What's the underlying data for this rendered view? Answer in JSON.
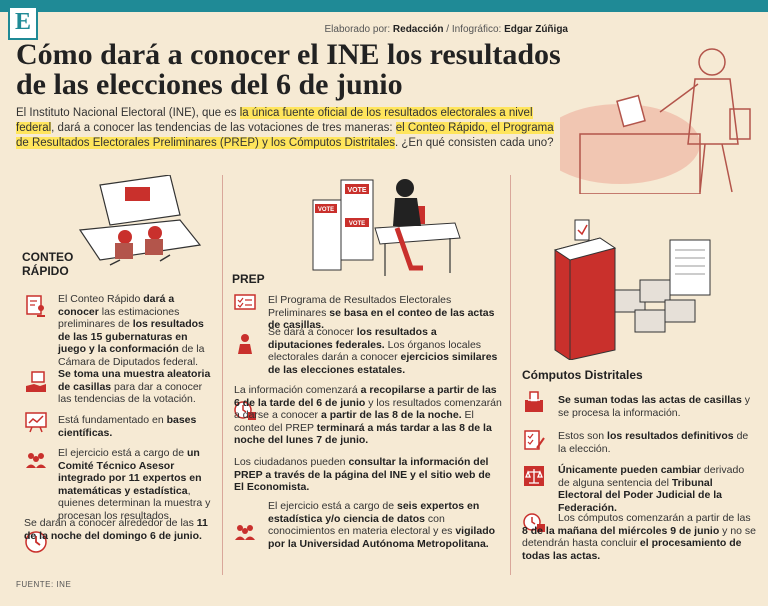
{
  "credits": {
    "prefix1": "Elaborado por: ",
    "author": "Redacción",
    "sep": " / ",
    "prefix2": "Infográfico: ",
    "designer": "Edgar Zúñiga"
  },
  "logo": "E",
  "title": "Cómo dará a conocer el INE los resultados de las elecciones del 6 de junio",
  "intro": {
    "t1": "El Instituto Nacional Electoral (INE), que es ",
    "h1": "la única fuente oficial de los resultados electorales a nivel federal",
    "t2": ", dará a conocer las tendencias de las votaciones de tres maneras: ",
    "h2": "el Conteo Rápido, el Programa de Resultados Electorales Preliminares (PREP) y los Cómputos Distritales",
    "t3": ". ¿En qué consisten cada uno?"
  },
  "conteo": {
    "heading_1": "CONTEO",
    "heading_2": "RÁPIDO",
    "i1": {
      "a": "El Conteo Rápido ",
      "b": "dará a conocer",
      "c": " las estimaciones preliminares de ",
      "d": "los resultados de las 15 gubernaturas en juego y la conformación",
      "e": " de la Cámara de Diputados federal."
    },
    "i2": {
      "a": "Se toma una muestra aleatoria de casillas",
      "b": " para dar a conocer las tendencias de la votación."
    },
    "i3": {
      "a": "Está fundamentado en ",
      "b": "bases científicas."
    },
    "i4": {
      "a": "El ejercicio está a cargo de ",
      "b": "un Comité Técnico Asesor integrado por 11 expertos en matemáticas y estadística",
      "c": ", quienes determinan la muestra y procesan los resultados."
    },
    "i5": {
      "a": "Se darán a conocer alrededor de las ",
      "b": "11 de la noche del domingo 6 de junio."
    }
  },
  "prep": {
    "heading": "PREP",
    "i1": {
      "a": "El Programa de Resultados Electorales Preliminares ",
      "b": "se basa en el conteo de las actas de casillas."
    },
    "i2": {
      "a": "Se dará a conocer ",
      "b": "los resultados a diputaciones federales.",
      "c": " Los órganos locales electorales darán a conocer ",
      "d": "ejercicios similares de las elecciones estatales."
    },
    "i3": {
      "a": "La información comenzará ",
      "b": "a recopilarse a partir de las 6 de la tarde del 6 de junio",
      "c": " y los resultados comenzarán a darse a conocer ",
      "d": "a partir de las 8 de la noche.",
      "e": " El conteo del PREP ",
      "f": "terminará a más tardar a las 8 de la noche del lunes 7 de junio."
    },
    "i4": {
      "a": "Los ciudadanos pueden ",
      "b": "consultar la información del PREP a través de la página del INE y el sitio web de El Economista."
    },
    "i5": {
      "a": "El ejercicio está a cargo de ",
      "b": "seis expertos en estadística y/o ciencia de datos",
      "c": " con conocimientos en materia electoral y es ",
      "d": "vigilado por la Universidad Autónoma Metropolitana."
    }
  },
  "computos": {
    "heading": "Cómputos Distritales",
    "i1": {
      "a": "Se suman todas las actas de casillas",
      "b": " y se procesa la información."
    },
    "i2": {
      "a": "Estos son ",
      "b": "los resultados definitivos",
      "c": " de la elección."
    },
    "i3": {
      "a": "Únicamente pueden cambiar",
      "b": " derivado de alguna sentencia del ",
      "c": "Tribunal Electoral del Poder Judicial de la Federación."
    },
    "i4": {
      "a": "Los cómputos comenzarán a partir de las ",
      "b": "8 de la mañana del miércoles 9 de junio",
      "c": " y no se detendrán hasta concluir ",
      "d": "el procesamiento de todas las actas."
    }
  },
  "illustration": {
    "vote_sign_1": "VOTE",
    "vote_sign_2": "VOTE",
    "vote_sign_3": "VOTE"
  },
  "source": "FUENTE: INE",
  "colors": {
    "teal": "#1f8a96",
    "red": "#c9302c",
    "highlight": "#ffe55c",
    "background": "#f6ead4"
  },
  "icons": [
    "document-person-icon",
    "hand-ballot-icon",
    "chart-board-icon",
    "group-icon",
    "clock-icon",
    "checklist-monitor-icon",
    "person-icon",
    "clock-calendar-icon",
    "group-icon",
    "ballot-box-icon",
    "checklist-pen-icon",
    "gavel-scale-icon",
    "clock-calendar-icon"
  ]
}
